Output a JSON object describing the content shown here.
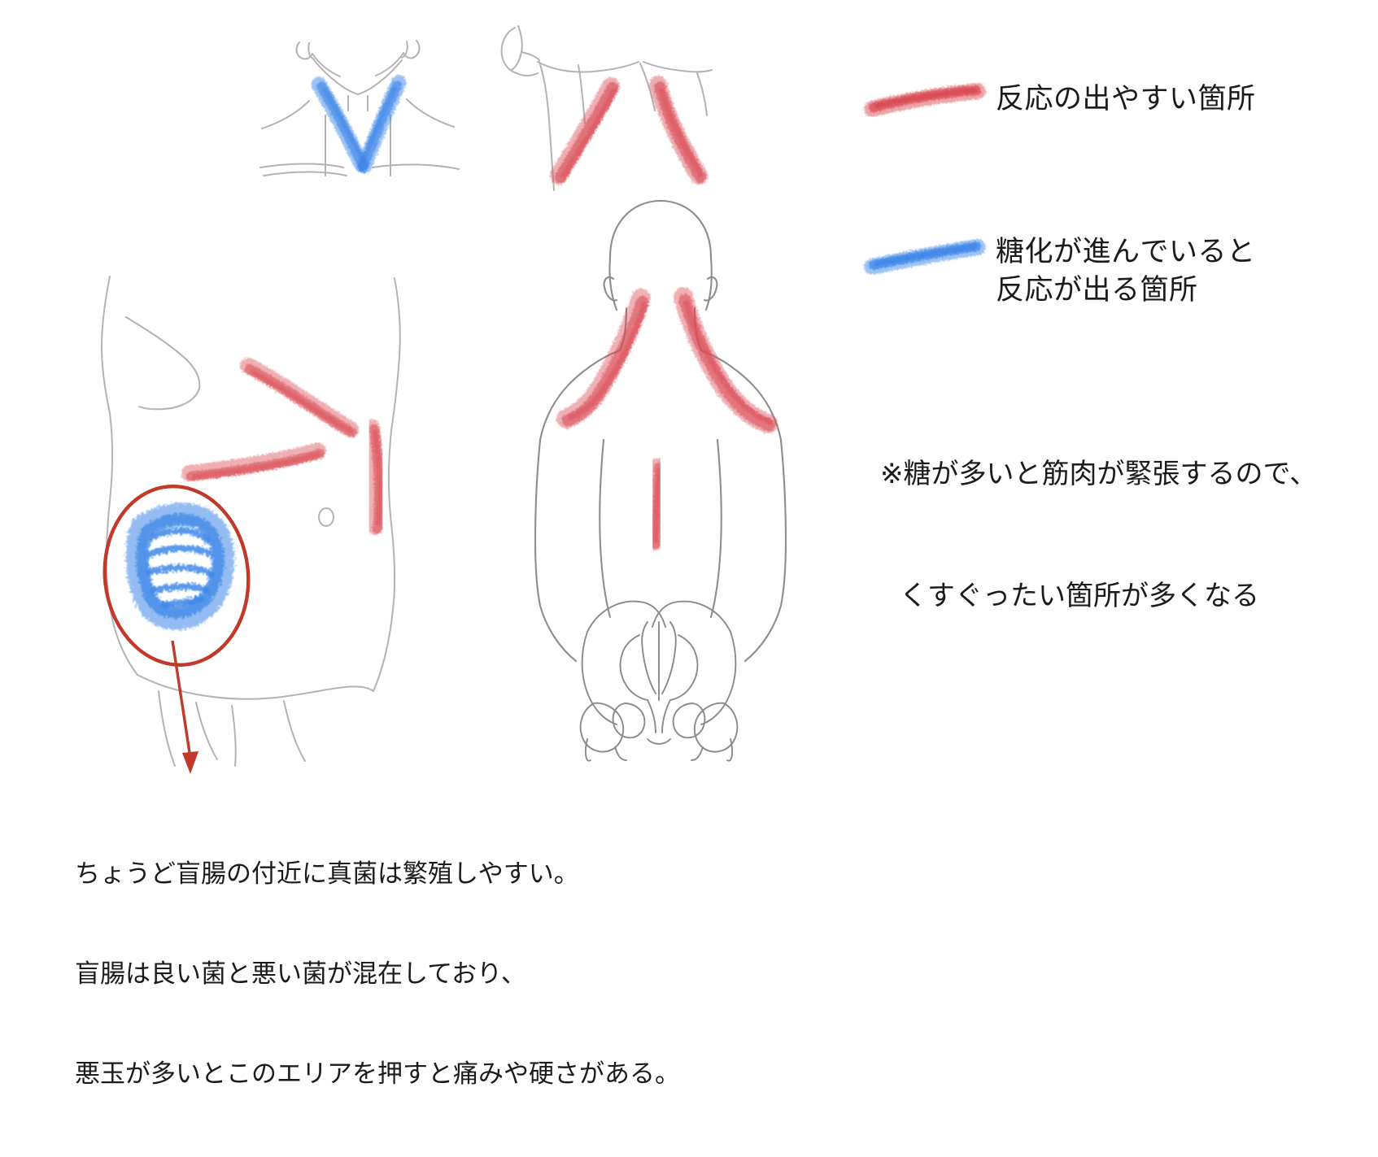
{
  "page": {
    "background": "#ffffff",
    "ink_red": "#d94a52",
    "ink_blue": "#3d87e8",
    "outline_gray": "#8d8d8d",
    "annotation_red": "#c0392b",
    "text_color": "#1b1b1b"
  },
  "legend": {
    "items": [
      {
        "swatch_icon": "red-chalk-stroke-icon",
        "swatch_color": "#d94a52",
        "lines": [
          "反応の出やすい箇所"
        ]
      },
      {
        "swatch_icon": "blue-chalk-stroke-icon",
        "swatch_color": "#3d87e8",
        "lines": [
          "糖化が進んでいると",
          "反応が出る箇所"
        ]
      }
    ],
    "item_0_line_0": "反応の出やすい箇所",
    "item_1_line_0": "糖化が進んでいると",
    "item_1_line_1": "反応が出る箇所"
  },
  "note": {
    "line1": "※糖が多いと筋肉が緊張するので、",
    "line2": "くすぐったい箇所が多くなる"
  },
  "caption": {
    "line1": "ちょうど盲腸の付近に真菌は繁殖しやすい。",
    "line2": "盲腸は良い菌と悪い菌が混在しており、",
    "line3": "悪玉が多いとこのエリアを押すと痛みや硬さがある。"
  },
  "figures": [
    {
      "id": "anterior-neck-figure",
      "name": "front neck and clavicle outline",
      "marks": "blue sternocleidomastoid strokes, both sides",
      "mark_color": "#3d87e8"
    },
    {
      "id": "posterior-neck-figure",
      "name": "side-back neck outline with ear",
      "marks": "red upper trapezius strokes, both sides",
      "mark_color": "#d94a52"
    },
    {
      "id": "abdomen-figure",
      "name": "front torso / abdomen outline with navel",
      "marks": "red costal-arch stroke, red horizontal abdominal stroke, red right-flank stroke, blue ileocecal blob",
      "mark_color_red": "#d94a52",
      "mark_color_blue": "#3d87e8"
    },
    {
      "id": "back-figure",
      "name": "full back view with head, shoulders and pelvis",
      "marks": "red upper trapezius strokes both sides, red mid-spine stroke",
      "mark_color": "#d94a52"
    }
  ],
  "annotations": {
    "ileocecal_marker": {
      "shape": "ellipse",
      "color": "#c0392b",
      "points_to": "caption"
    },
    "arrow": {
      "shape": "arrow-down",
      "color": "#c0392b"
    }
  }
}
